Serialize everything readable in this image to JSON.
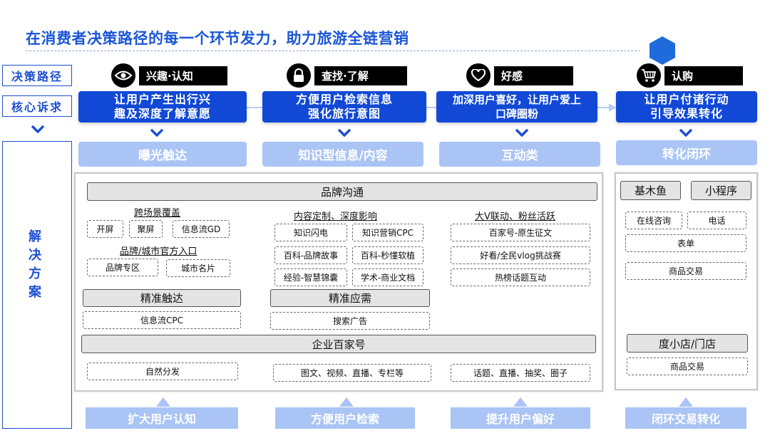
{
  "title": "在消费者决策路径的每一个环节发力，助力旅游全链营销",
  "colors": {
    "brand": "#1149d6",
    "light": "#a9c4f5",
    "accent": "#1f6bdc"
  },
  "left": {
    "path_label": "决策路径",
    "demand_label": "核心诉求",
    "solution_chars": [
      "解",
      "决",
      "方",
      "案"
    ]
  },
  "stages": [
    {
      "icon": "eye-icon",
      "label": "兴趣·认知",
      "demand": [
        "让用户产生出行兴",
        "趣及深度了解意愿"
      ],
      "category": "曝光触达",
      "bottom": "扩大用户认知"
    },
    {
      "icon": "lock-icon",
      "label": "查找·了解",
      "demand": [
        "方便用户检索信息",
        "强化旅行意图"
      ],
      "category": "知识型信息/内容",
      "bottom": "方便用户检索"
    },
    {
      "icon": "heart-icon",
      "label": "好感",
      "demand": [
        "加深用户喜好，让用户爱上",
        "口碑圈粉"
      ],
      "category": "互动类",
      "bottom": "提升用户偏好"
    },
    {
      "icon": "cart-icon",
      "label": "认购",
      "demand": [
        "让用户付诸行动",
        "引导效果转化"
      ],
      "category": "转化闭环",
      "bottom": "闭环交易转化"
    }
  ],
  "main": {
    "brand_bar": "品牌沟通",
    "scene_title": "跨场景覆盖",
    "scene_items": [
      "开屏",
      "聚屏",
      "信息流GD"
    ],
    "official_title": "品牌/城市官方入口",
    "official_items": [
      "品牌专区",
      "城市名片"
    ],
    "content_title": "内容定制、深度影响",
    "content_items": [
      "知识闪电",
      "知识营销CPC",
      "百科-品牌故事",
      "百科-秒懂软植",
      "经验-智慧锦囊",
      "学术-商业文档"
    ],
    "kol_title": "大V联动、粉丝活跃",
    "kol_items": [
      "百家号-原生征文",
      "好看/全民vlog挑战赛",
      "热榜话题互动"
    ],
    "precise_reach": "精准触达",
    "precise_reach_item": "信息流CPC",
    "precise_demand": "精准应需",
    "precise_demand_item": "搜索广告",
    "enterprise_bar": "企业百家号",
    "enterprise_items": [
      "自然分发",
      "图文、视频、直播、专栏等",
      "话题、直播、抽奖、圈子"
    ]
  },
  "right": {
    "tabs": [
      "基木鱼",
      "小程序"
    ],
    "items": [
      "在线咨询",
      "电话",
      "表单",
      "商品交易"
    ],
    "store_bar": "度小店/门店",
    "store_item": "商品交易"
  }
}
